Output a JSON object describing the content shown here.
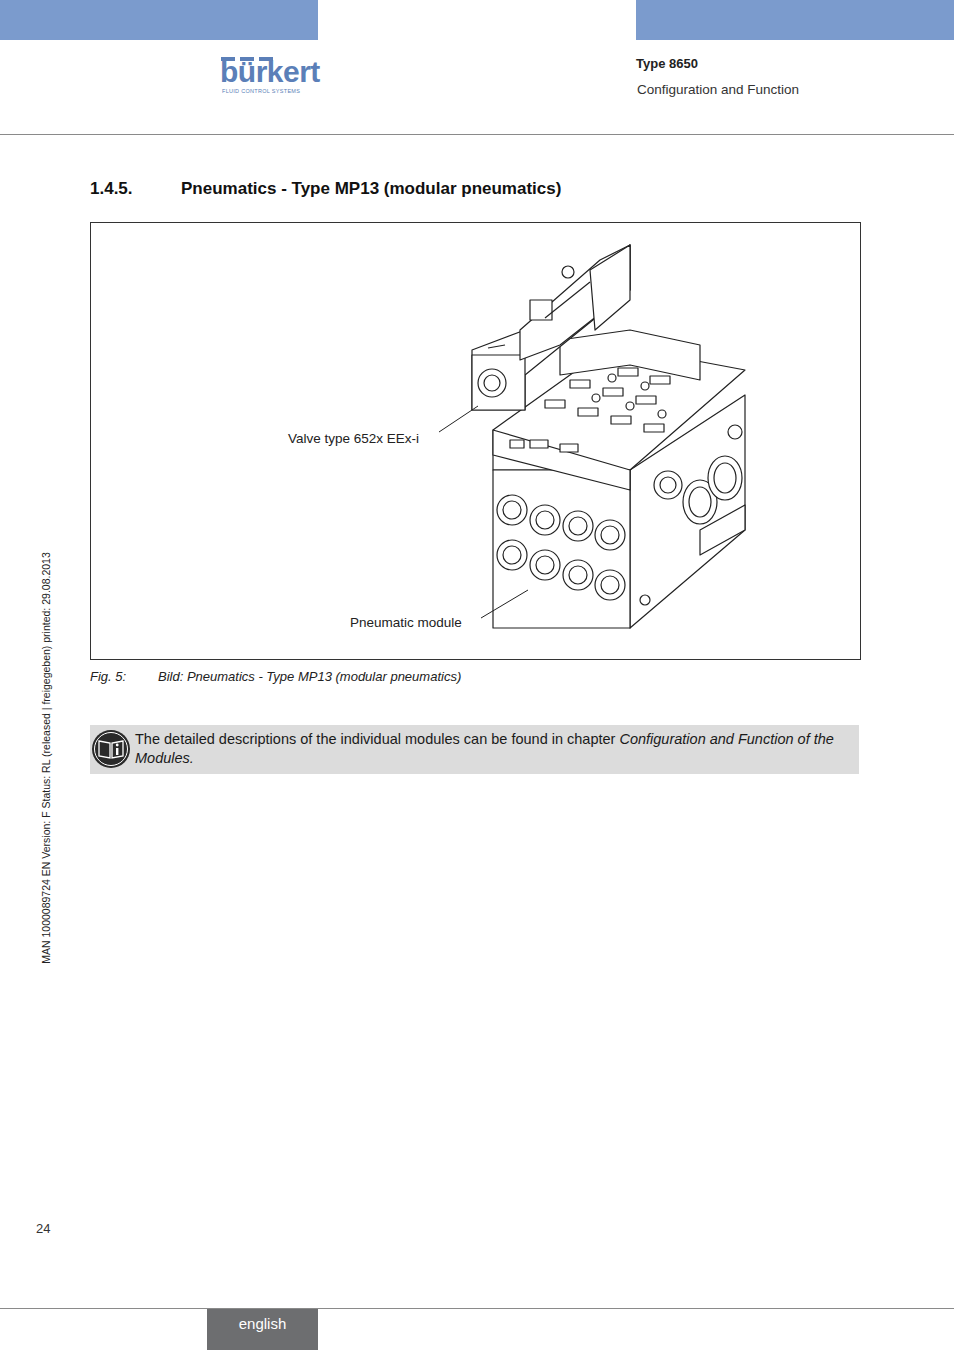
{
  "diagram": {
    "title": "Pneumatics - Type MP13 (modular pneumatics)",
    "caption": "Bild: Pneumatics - Type MP13 (modular pneumatics)",
    "nodes": [
      {
        "text": [
          "The detailed descriptions of the individual modules can be found in chapter",
          "Configuration and Function of the Modules."
        ]
      },
      {
        "text": [
          "english"
        ]
      }
    ],
    "edges": [],
    "labels": [
      "bürkert",
      "FLUID CONTROL SYSTEMS",
      "Type 8650",
      "Configuration and Function",
      "1.4.5.",
      "Valve type 652x EEx-i",
      "Pneumatic module",
      "Fig. 5:",
      "MAN  1000089724  EN  Version: F  Status: RL (released | freigegeben)  printed: 29.08.2013",
      "24"
    ]
  }
}
